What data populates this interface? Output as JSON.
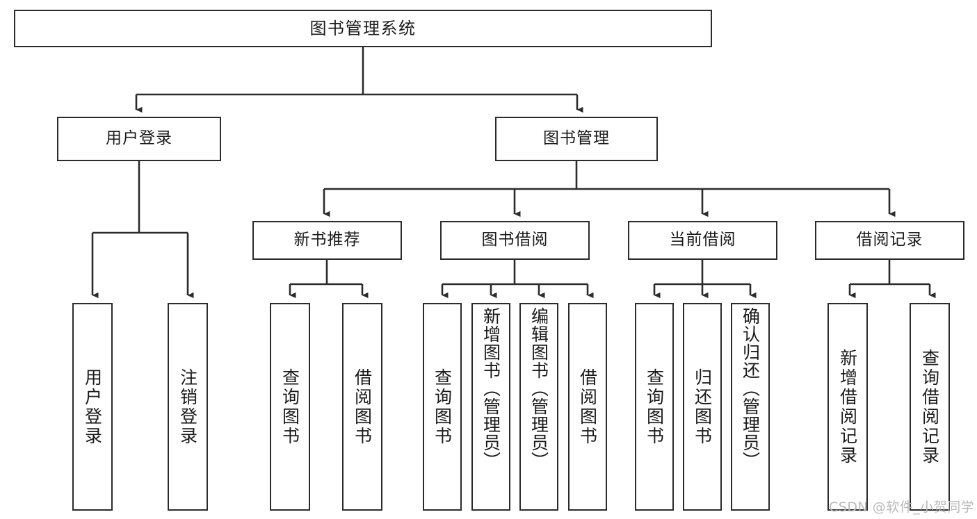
{
  "diagram": {
    "title": "图书管理系统",
    "type": "tree",
    "background_color": "#ffffff",
    "node_border_color": "#2b2b2b",
    "node_fill_color": "#ffffff",
    "edge_color": "#2b2b2b"
  },
  "root": {
    "label": "图书管理系统"
  },
  "level2": [
    {
      "label": "用户登录"
    },
    {
      "label": "图书管理"
    }
  ],
  "level3": [
    {
      "label": "新书推荐"
    },
    {
      "label": "图书借阅"
    },
    {
      "label": "当前借阅"
    },
    {
      "label": "借阅记录"
    }
  ],
  "leaves": {
    "user_login": [
      {
        "label": "用户登录"
      },
      {
        "label": "注销登录"
      }
    ],
    "new_book_recommend": [
      {
        "label": "查询图书"
      },
      {
        "label": "借阅图书"
      }
    ],
    "book_borrow": [
      {
        "label": "查询图书"
      },
      {
        "label": "新增图书（管理员）"
      },
      {
        "label": "编辑图书（管理员）"
      },
      {
        "label": "借阅图书"
      }
    ],
    "current_borrow": [
      {
        "label": "查询图书"
      },
      {
        "label": "归还图书"
      },
      {
        "label": "确认归还（管理员）"
      }
    ],
    "borrow_record": [
      {
        "label": "新增借阅记录"
      },
      {
        "label": "查询借阅记录"
      }
    ]
  },
  "watermark": {
    "text": "CSDN @软件_小贺同学"
  }
}
